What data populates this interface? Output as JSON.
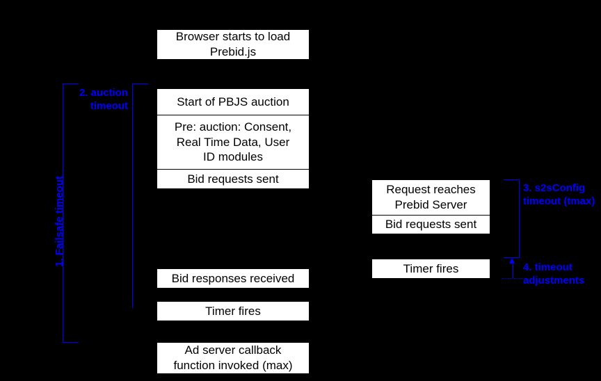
{
  "diagram": {
    "title": "Prebid.js timeout sequence diagram",
    "background_color": "#000000",
    "box_fill": "#ffffff",
    "box_text_color": "#000000",
    "annotation_color": "#0000ff"
  },
  "client_boxes": [
    {
      "id": "browser-load",
      "label": "Browser starts to load\nPrebid.js"
    },
    {
      "id": "auction-start",
      "label": "Start of PBJS auction"
    },
    {
      "id": "pre-auction",
      "label": "Pre: auction: Consent,\nReal Time Data, User\nID modules"
    },
    {
      "id": "bid-requests-sent",
      "label": "Bid requests sent"
    },
    {
      "id": "bid-responses-received",
      "label": "Bid responses received"
    },
    {
      "id": "timer-fires-client",
      "label": "Timer fires"
    },
    {
      "id": "ad-server-callback",
      "label": "Ad server callback\nfunction invoked (max)"
    }
  ],
  "server_boxes": [
    {
      "id": "request-reaches-server",
      "label": "Request reaches\nPrebid Server"
    },
    {
      "id": "bid-requests-sent-server",
      "label": "Bid requests sent"
    },
    {
      "id": "timer-fires-server",
      "label": "Timer fires"
    }
  ],
  "annotations": [
    {
      "id": "failsafe-timeout",
      "label": "1. Failsafe timeout",
      "orientation": "vertical"
    },
    {
      "id": "auction-timeout",
      "label": "2. auction\ntimeout",
      "orientation": "horizontal"
    },
    {
      "id": "s2s-config-timeout",
      "label": "3. s2sConfig\ntimeout (tmax)",
      "orientation": "horizontal"
    },
    {
      "id": "timeout-adjustments",
      "label": "4. timeout\nadjustments",
      "orientation": "horizontal"
    }
  ]
}
